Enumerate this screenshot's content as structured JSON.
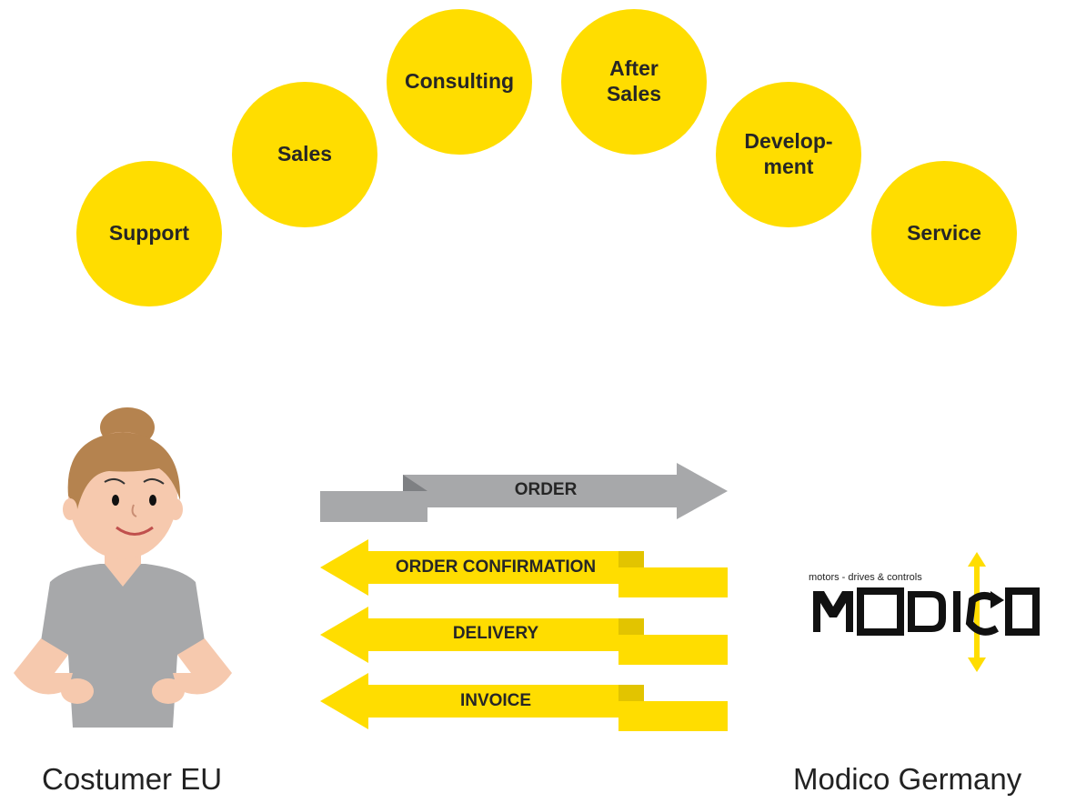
{
  "services": [
    {
      "id": "support",
      "label": "Support"
    },
    {
      "id": "sales",
      "label": "Sales"
    },
    {
      "id": "consulting",
      "label": "Consulting"
    },
    {
      "id": "after-sales",
      "label": "After\nSales"
    },
    {
      "id": "development",
      "label": "Develop-\nment"
    },
    {
      "id": "service",
      "label": "Service"
    }
  ],
  "flows": {
    "order": "ORDER",
    "order_confirmation": "ORDER CONFIRMATION",
    "delivery": "DELIVERY",
    "invoice": "INVOICE"
  },
  "logo": {
    "tagline": "motors - drives & controls",
    "wordmark": "MODICO"
  },
  "captions": {
    "customer": "Costumer EU",
    "company": "Modico Germany"
  },
  "colors": {
    "yellow": "#FFDD00",
    "gray": "#A7A8AA",
    "dark_gray": "#7E8083",
    "text": "#262626"
  }
}
